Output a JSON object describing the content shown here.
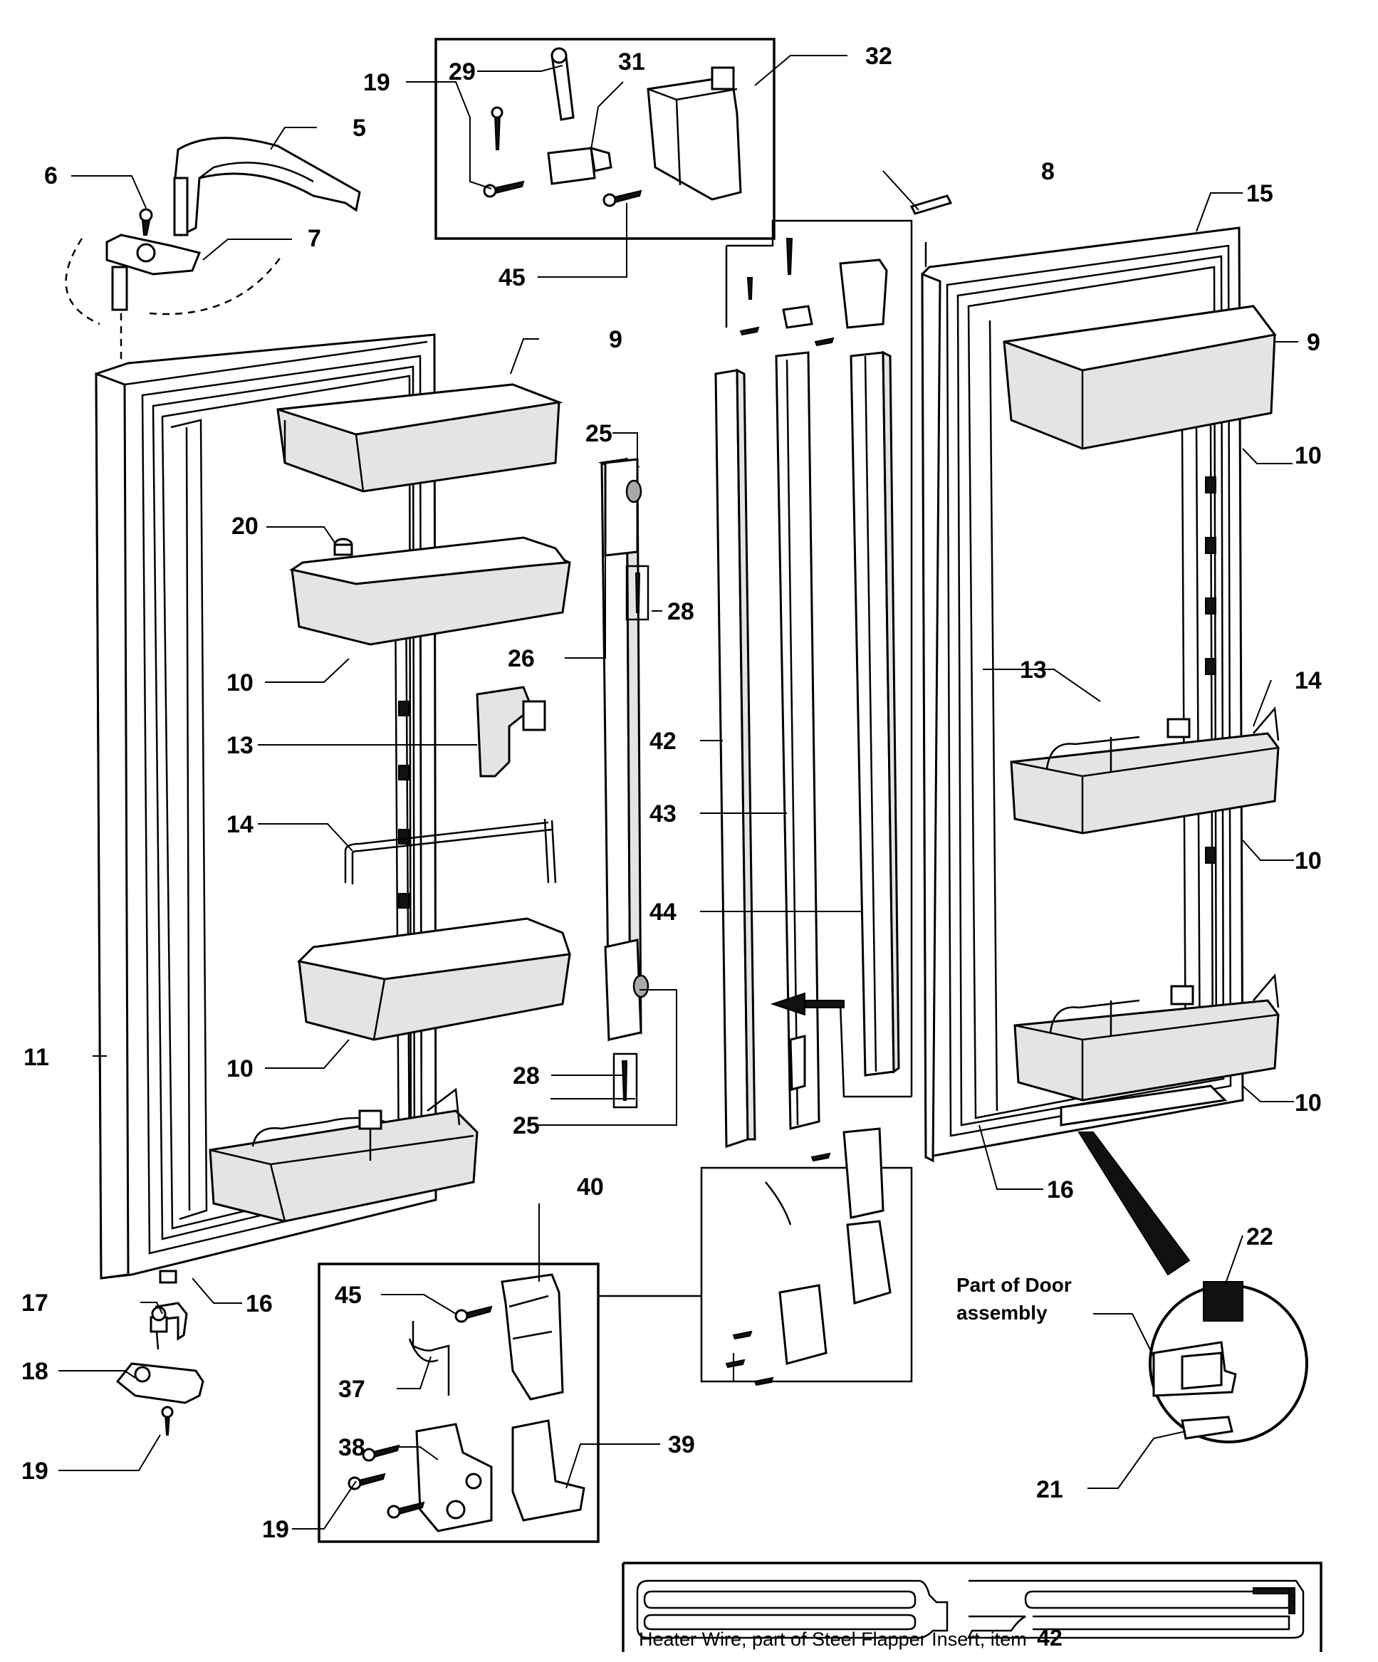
{
  "callouts": {
    "c5": "5",
    "c6": "6",
    "c7": "7",
    "c8": "8",
    "c9a": "9",
    "c9b": "9",
    "c10a": "10",
    "c10b": "10",
    "c10c": "10",
    "c10d": "10",
    "c10e": "10",
    "c11": "11",
    "c13a": "13",
    "c13b": "13",
    "c14a": "14",
    "c14b": "14",
    "c15": "15",
    "c16a": "16",
    "c16b": "16",
    "c17": "17",
    "c18": "18",
    "c19a": "19",
    "c19b": "19",
    "c19c": "19",
    "c20": "20",
    "c21": "21",
    "c22": "22",
    "c25a": "25",
    "c25b": "25",
    "c26": "26",
    "c28a": "28",
    "c28b": "28",
    "c29": "29",
    "c31": "31",
    "c32": "32",
    "c37": "37",
    "c38": "38",
    "c39": "39",
    "c40": "40",
    "c42": "42",
    "c43": "43",
    "c44": "44",
    "c45a": "45",
    "c45b": "45"
  },
  "notes": {
    "door_assembly_line1": "Part of Door",
    "door_assembly_line2": "assembly"
  },
  "heater_caption": {
    "text": "Heater Wire, part of Steel Flapper Insert, item",
    "item": "42"
  }
}
